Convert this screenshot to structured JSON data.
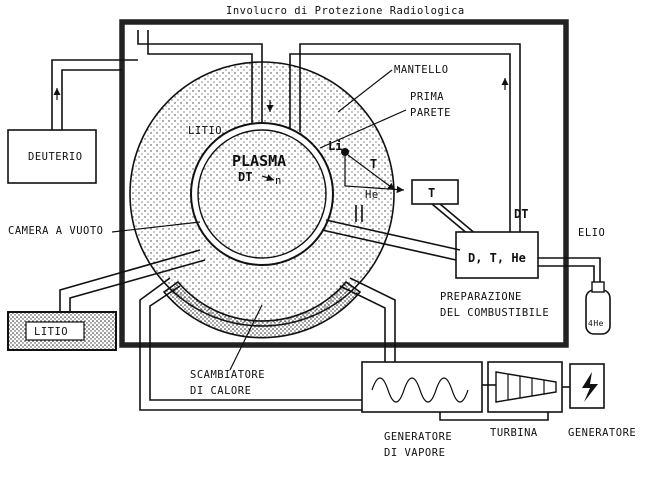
{
  "labels": {
    "containment": "Involucro di Protezione Radiologica",
    "deuterium": "DEUTERIO",
    "mantle": "MANTELLO",
    "first_wall": "PRIMA\nPARETE",
    "lithium_blanket": "LITIO",
    "plasma": "PLASMA",
    "plasma_dt": "DT",
    "neutron": "n",
    "li": "Li",
    "tritium_arrow": "T",
    "tritium_box": "T",
    "helium": "He",
    "dt_feed": "DT",
    "vacuum_chamber": "CAMERA A VUOTO",
    "lithium_tank": "LITIO",
    "helium_out": "ELIO",
    "fuel_box": "D, T, He",
    "fuel_prep": "PREPARAZIONE\nDEL COMBUSTIBILE",
    "he_bottle": "4He",
    "heat_exchanger": "SCAMBIATORE\nDI CALORE",
    "steam_generator": "GENERATORE\nDI VAPORE",
    "turbine": "TURBINA",
    "generator": "GENERATORE"
  },
  "colors": {
    "ink": "#111111",
    "paper": "#ffffff",
    "stipple": "#333333"
  },
  "icons": {
    "bolt": "lightning-bolt-icon"
  }
}
